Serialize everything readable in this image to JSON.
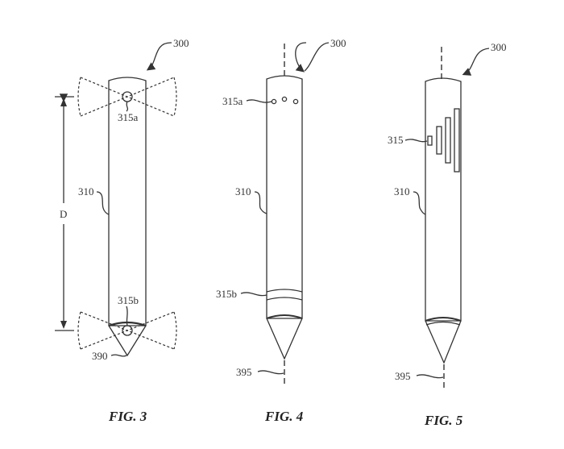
{
  "figures": [
    {
      "caption": "FIG. 3",
      "ref_device": "300",
      "ref_body": "310",
      "ref_sensor_top": "315a",
      "ref_sensor_bottom": "315b",
      "ref_tip": "390",
      "dimension_label": "D"
    },
    {
      "caption": "FIG. 4",
      "ref_device": "300",
      "ref_body": "310",
      "ref_sensor_top": "315a",
      "ref_sensor_bottom": "315b",
      "ref_axis": "395"
    },
    {
      "caption": "FIG. 5",
      "ref_device": "300",
      "ref_body": "310",
      "ref_sensor": "315",
      "ref_axis": "395"
    }
  ]
}
